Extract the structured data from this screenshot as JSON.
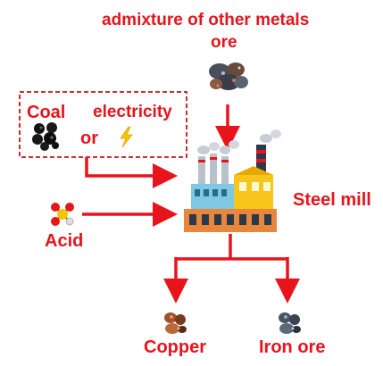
{
  "labels": {
    "admixture": "admixture of other metals",
    "ore": "ore",
    "coal": "Coal",
    "electricity": "electricity",
    "or": "or",
    "steel_mill": "Steel mill",
    "acid": "Acid",
    "copper": "Copper",
    "iron_ore": "Iron ore"
  },
  "colors": {
    "accent": "#e8141c",
    "text": "#e8141c",
    "lightning": "#f5c400"
  },
  "icons": [
    "ore-icon",
    "coal-icon",
    "lightning-icon",
    "factory-icon",
    "acid-molecule-icon",
    "copper-ore-icon",
    "iron-ore-icon"
  ]
}
